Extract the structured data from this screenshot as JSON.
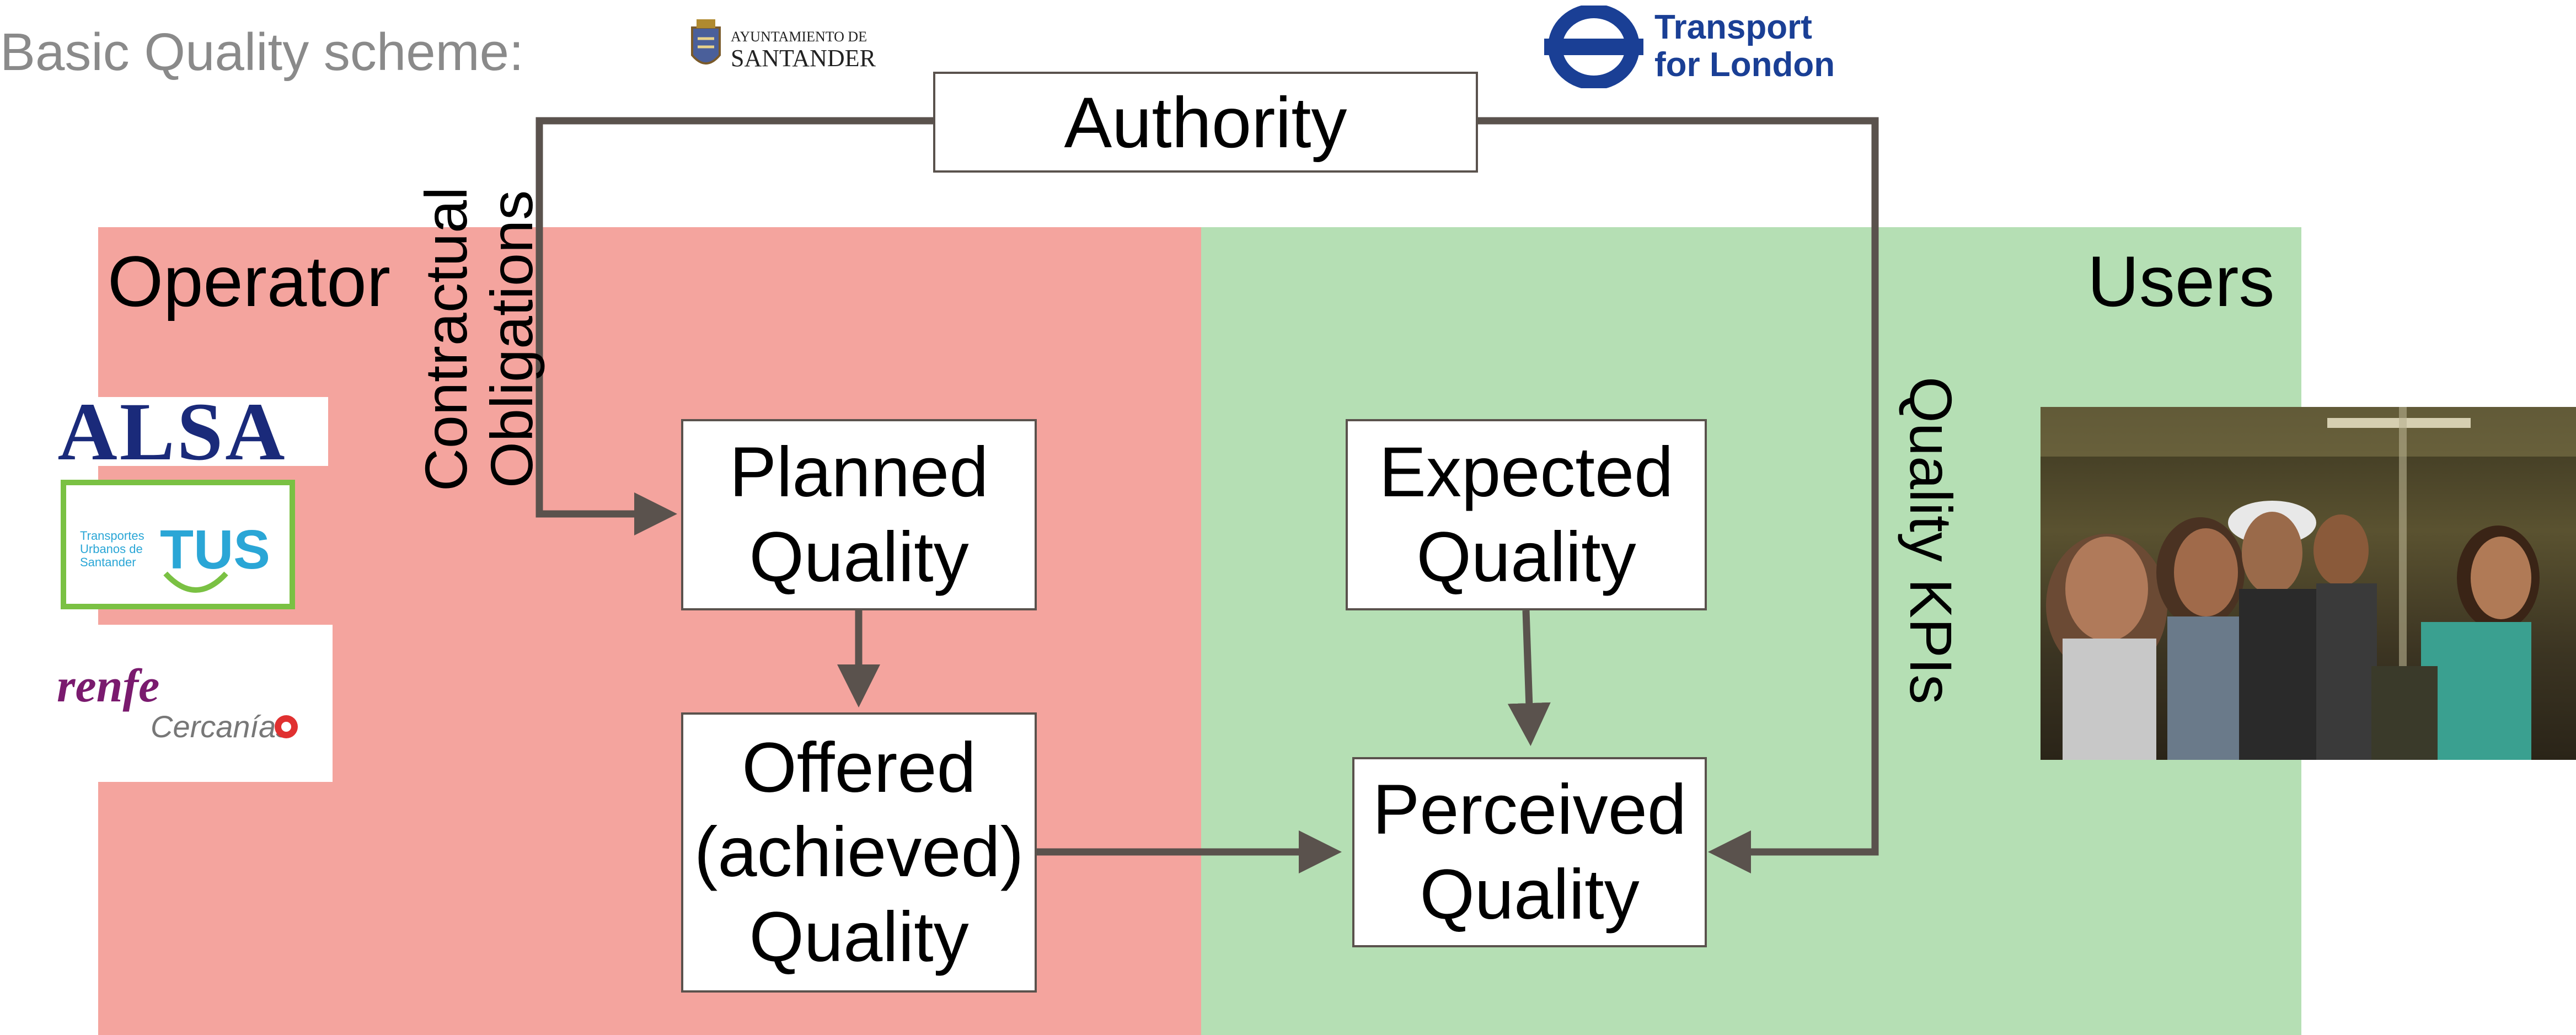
{
  "title": "Basic Quality scheme:",
  "logos": {
    "santander_top": "AYUNTAMIENTO DE",
    "santander_bottom": "SANTANDER",
    "tfl_line1": "Transport",
    "tfl_line2": "for London",
    "alsa": "ALSA",
    "tus_small_1": "Transportes",
    "tus_small_2": "Urbanos de",
    "tus_small_3": "Santander",
    "tus_big": "TUS",
    "renfe": "renfe",
    "cercanias": "Cercanías"
  },
  "regions": {
    "operator": "Operator",
    "users": "Users"
  },
  "nodes": {
    "authority": "Authority",
    "planned": "Planned\nQuality",
    "offered": "Offered\n(achieved)\nQuality",
    "expected": "Expected\nQuality",
    "perceived": "Perceived\nQuality"
  },
  "edge_labels": {
    "contractual": "Contractual\nObligations",
    "kpis": "Quality KPIs"
  },
  "colors": {
    "operator_bg": "#f4a49e",
    "users_bg": "#b5dfb4",
    "arrow": "#5a524d",
    "tfl_blue": "#1a3f95",
    "alsa_blue": "#1a2a7a",
    "tus_green": "#7ac143",
    "tus_blue": "#2aa6d6",
    "renfe_purple": "#7a1a6e",
    "title_gray": "#8a8a8a"
  }
}
